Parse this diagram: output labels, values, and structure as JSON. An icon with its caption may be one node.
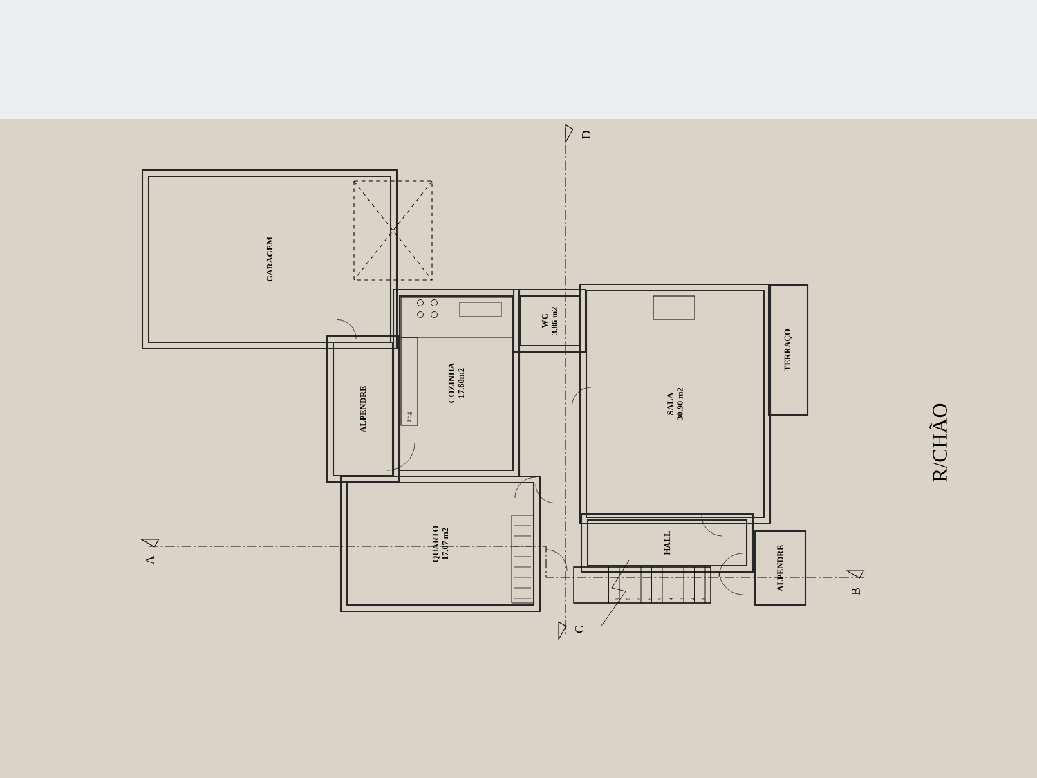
{
  "diagram": {
    "title": "R/CHÃO",
    "nodes": [
      {
        "text": [
          "GARAGEM"
        ]
      },
      {
        "text": [
          "COZINHA",
          "17.60m2"
        ]
      },
      {
        "text": [
          "WC",
          "3.86 m2"
        ]
      },
      {
        "text": [
          "ALPENDRE"
        ]
      },
      {
        "text": [
          "QUARTO",
          "17.07 m2"
        ]
      },
      {
        "text": [
          "SALA",
          "30.90 m2"
        ]
      },
      {
        "text": [
          "TERRAÇO"
        ]
      },
      {
        "text": [
          "HALL"
        ]
      },
      {
        "text": [
          "ALPENDRE"
        ]
      }
    ],
    "labels": [
      "D",
      "Frig",
      "A",
      "C",
      "B",
      "1",
      "2",
      "3",
      "4",
      "5",
      "6",
      "7",
      "8",
      "9"
    ]
  }
}
